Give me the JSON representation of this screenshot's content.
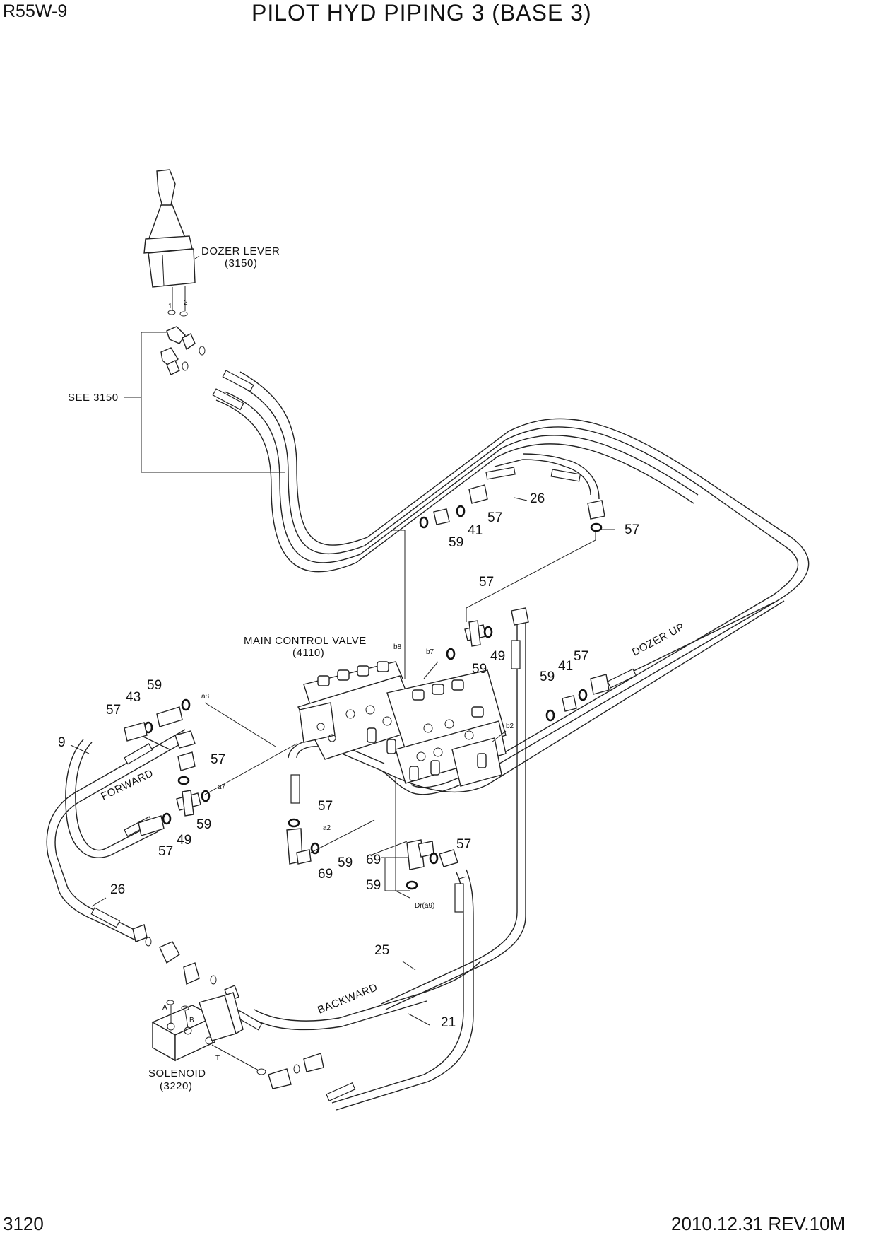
{
  "header": {
    "model": "R55W-9",
    "title": "PILOT HYD PIPING 3 (BASE 3)"
  },
  "footer": {
    "page_number": "3120",
    "revision": "2010.12.31  REV.10M"
  },
  "components": {
    "dozer_lever": {
      "name": "DOZER LEVER",
      "ref": "(3150)",
      "ports": [
        "1",
        "2"
      ]
    },
    "see_ref": "SEE 3150",
    "main_control_valve": {
      "name": "MAIN CONTROL VALVE",
      "ref": "(4110)"
    },
    "solenoid": {
      "name": "SOLENOID",
      "ref": "(3220)",
      "ports": [
        "A",
        "B",
        "T"
      ]
    }
  },
  "hose_labels": {
    "dozer_up": "DOZER UP",
    "forward": "FORWARD",
    "backward": "BACKWARD"
  },
  "valve_ports": [
    "b8",
    "b7",
    "a8",
    "a7",
    "a2",
    "b2",
    "Dr(a9)"
  ],
  "callouts": [
    "26",
    "57",
    "41",
    "59",
    "57",
    "57",
    "49",
    "59",
    "59",
    "41",
    "57",
    "59",
    "43",
    "57",
    "9",
    "57",
    "49",
    "59",
    "57",
    "57",
    "69",
    "59",
    "69",
    "59",
    "57",
    "26",
    "25",
    "21"
  ]
}
